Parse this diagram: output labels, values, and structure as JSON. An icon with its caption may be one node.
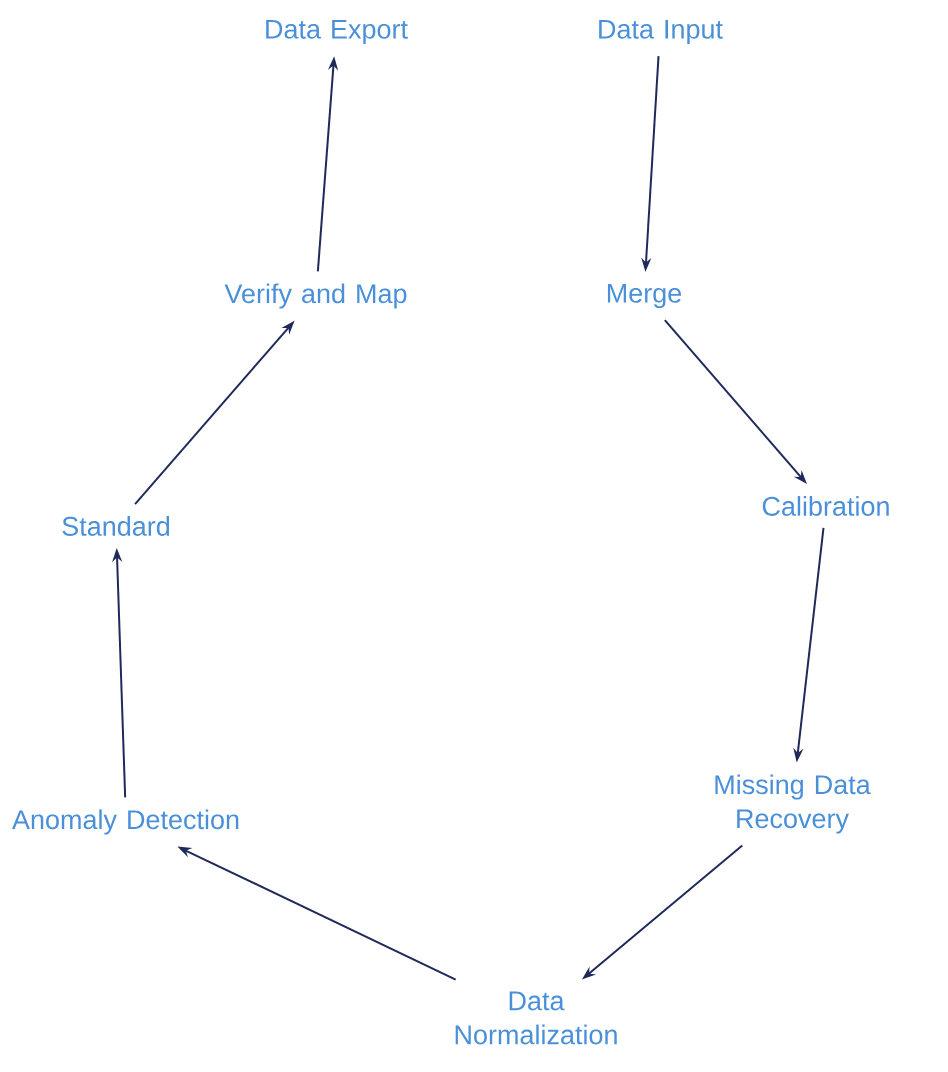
{
  "diagram": {
    "nodes": [
      {
        "text": [
          "Data Export"
        ]
      },
      {
        "text": [
          "Data Input"
        ]
      },
      {
        "text": [
          "Verify and Map"
        ]
      },
      {
        "text": [
          "Merge"
        ]
      },
      {
        "text": [
          "Standard"
        ]
      },
      {
        "text": [
          "Calibration"
        ]
      },
      {
        "text": [
          "Anomaly Detection"
        ]
      },
      {
        "text": [
          "Missing Data Recovery"
        ]
      },
      {
        "text": [
          "Data Normalization"
        ]
      }
    ],
    "edges": [
      {
        "from": 1,
        "to": 3,
        "arrow": "to"
      },
      {
        "from": 3,
        "to": 5,
        "arrow": "to"
      },
      {
        "from": 5,
        "to": 7,
        "arrow": "to"
      },
      {
        "from": 7,
        "to": 8,
        "arrow": "to"
      },
      {
        "from": 8,
        "to": 6,
        "arrow": "to"
      },
      {
        "from": 6,
        "to": 4,
        "arrow": "to"
      },
      {
        "from": 4,
        "to": 2,
        "arrow": "to"
      },
      {
        "from": 2,
        "to": 0,
        "arrow": "to"
      }
    ]
  }
}
